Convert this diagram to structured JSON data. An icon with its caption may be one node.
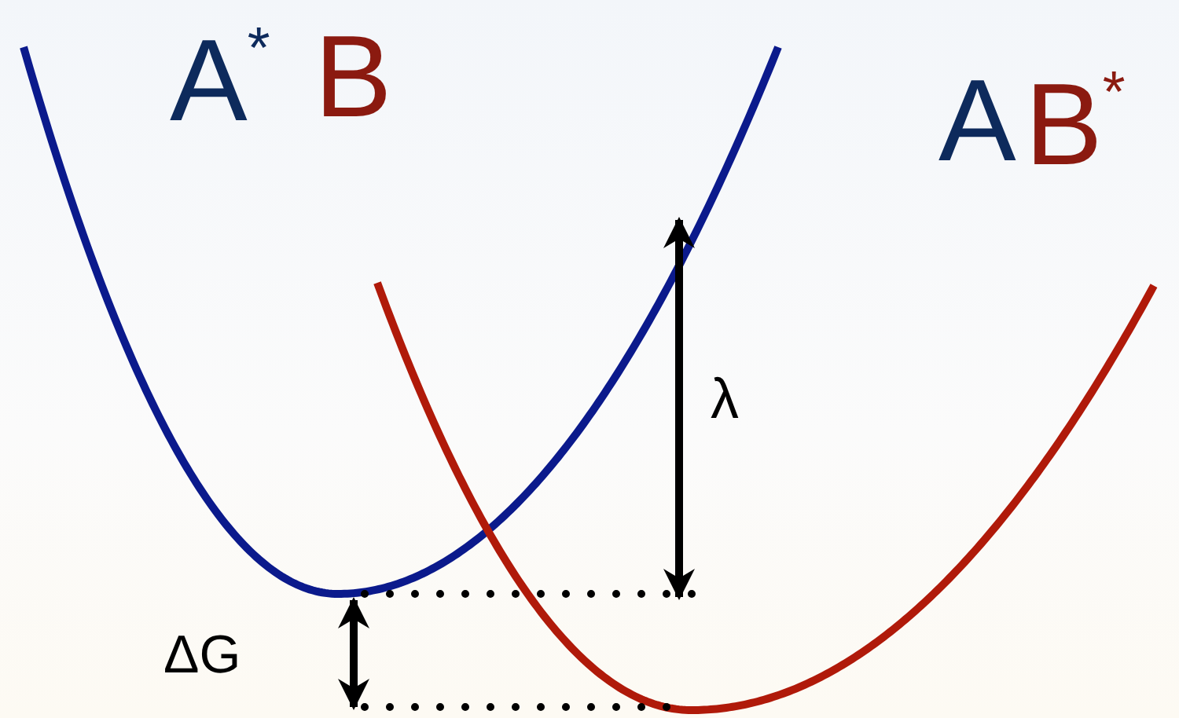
{
  "diagram": {
    "labels": [
      "A$^{*}$",
      "B",
      "A",
      "B$^{*}$",
      "λ",
      "ΔG"
    ]
  }
}
